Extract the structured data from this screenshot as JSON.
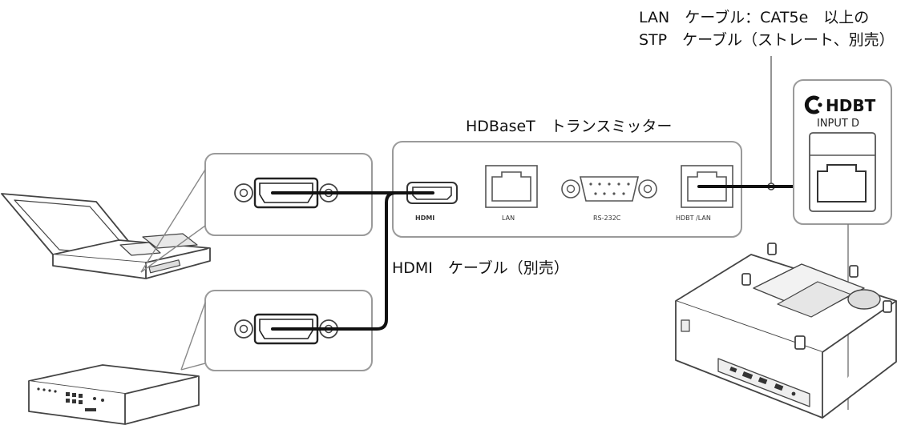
{
  "labels": {
    "lan_cable_line1": "LAN　ケーブル：CAT5e　以上の",
    "lan_cable_line2": "STP　ケーブル（ストレート、別売）",
    "transmitter_title": "HDBaseT　トランスミッター",
    "hdmi_cable": "HDMI　ケーブル（別売）"
  },
  "transmitter_ports": {
    "hdmi": "HDMI",
    "lan": "LAN",
    "rs232c": "RS-232C",
    "hdbt_lan": "HDBT /LAN"
  },
  "projector_panel": {
    "logo": "HDBT",
    "input": "INPUT D"
  },
  "colors": {
    "line": "#444444",
    "cable": "#111111",
    "box_border": "#9a9a9a",
    "box_fill": "#ffffff"
  }
}
